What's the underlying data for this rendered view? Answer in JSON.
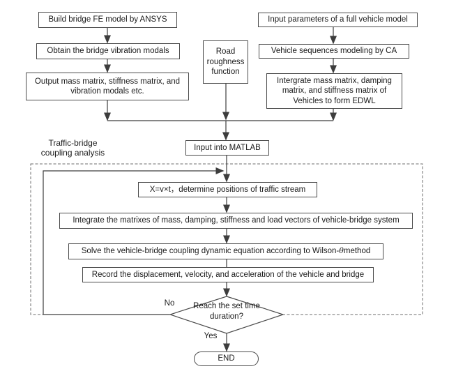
{
  "nodes": {
    "build": {
      "label": "Build bridge FE model by ANSYS"
    },
    "obtain": {
      "label": "Obtain the bridge vibration modals"
    },
    "output": {
      "label": "Output mass matrix, stiffness matrix, and vibration modals etc."
    },
    "road": {
      "label": "Road roughness function"
    },
    "vehicle_params": {
      "label": "Input parameters of a full vehicle model"
    },
    "vehicle_seq": {
      "label": "Vehicle sequences modeling by CA"
    },
    "integrate_vehicle": {
      "label": "Intergrate mass matrix, damping matrix, and stiffness matrix of Vehicles to form EDWL"
    },
    "matlab": {
      "label": "Input into MATLAB"
    },
    "position": {
      "label": "X=v×t，determine positions of traffic stream"
    },
    "integrate_system": {
      "label": "Integrate the matrixes of mass, damping, stiffness and load vectors of vehicle-bridge system"
    },
    "solve": {
      "pre": "Solve the vehicle-bridge coupling dynamic equation according to Wilson- ",
      "theta": "θ",
      "post": " method"
    },
    "record": {
      "label": "Record the displacement, velocity, and acceleration of the vehicle and bridge"
    },
    "decision": {
      "label": "Reach the set time duration?"
    },
    "end": {
      "label": "END"
    }
  },
  "labels": {
    "group": "Traffic-bridge coupling analysis",
    "no": "No",
    "yes": "Yes"
  },
  "colors": {
    "line": "#3d3d3d",
    "border": "#4a4a4a",
    "dashed_border": "#6e6e6e",
    "background": "#ffffff",
    "text": "#1a1a1a"
  }
}
